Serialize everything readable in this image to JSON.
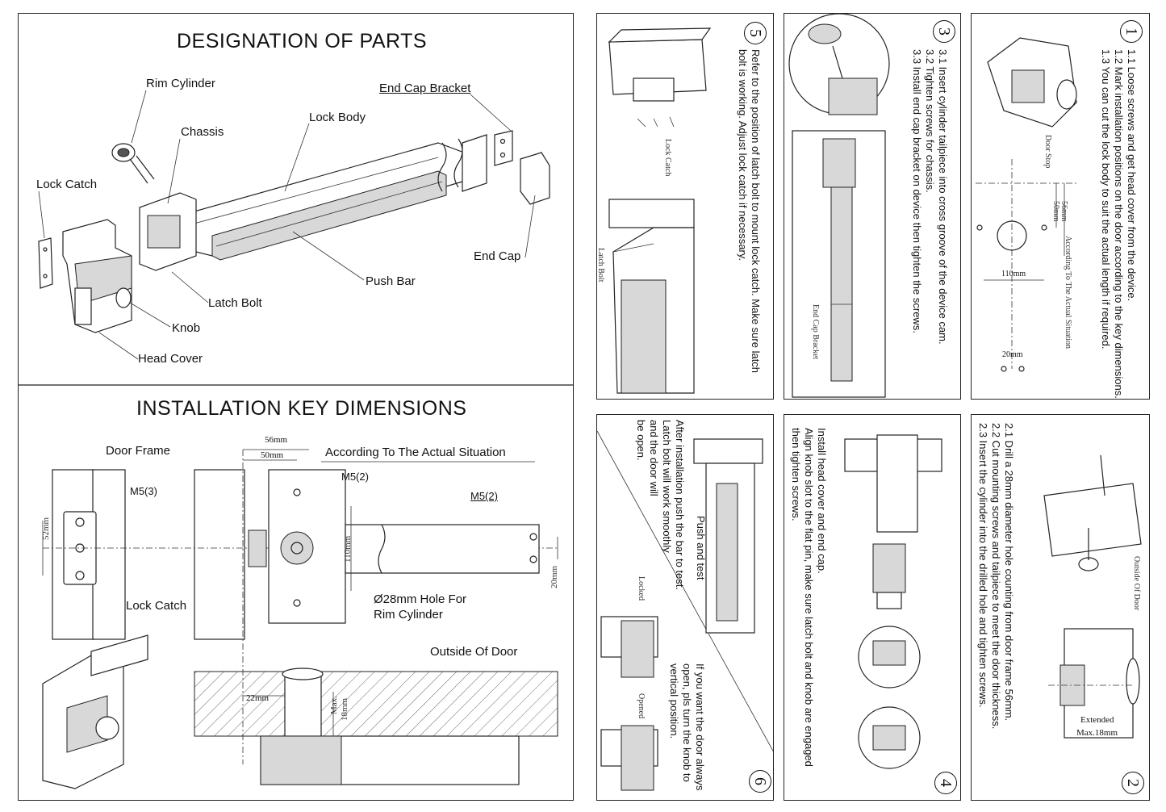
{
  "designation": {
    "title": "DESIGNATION OF PARTS",
    "labels": {
      "rim_cylinder": "Rim Cylinder",
      "chassis": "Chassis",
      "lock_body": "Lock Body",
      "end_cap_bracket": "End Cap Bracket",
      "lock_catch": "Lock Catch",
      "end_cap": "End Cap",
      "push_bar": "Push Bar",
      "latch_bolt": "Latch Bolt",
      "knob": "Knob",
      "head_cover": "Head Cover"
    }
  },
  "dimensions": {
    "title": "INSTALLATION KEY DIMENSIONS",
    "labels": {
      "door_frame": "Door Frame",
      "according": "According To The Actual Situation",
      "m5_3": "M5(3)",
      "m5_2a": "M5(2)",
      "m5_2b": "M5(2)",
      "lock_catch": "Lock Catch",
      "hole": "Ø28mm Hole For",
      "hole2": "Rim Cylinder",
      "outside": "Outside Of Door"
    },
    "dims": {
      "d56": "56mm",
      "d50": "50mm",
      "d52": "52mm",
      "d110": "110mm",
      "d20": "20mm",
      "d22": "22mm",
      "dmax": "Max.",
      "d18": "18mm"
    }
  },
  "steps": {
    "s1": {
      "num": "1",
      "lines": [
        "1.1 Loose screws and get head cover from the device.",
        "1.2 Mark installation positions on the door according to the key dimensions.",
        "1.3 You can cut the lock body to suit the actual length if required."
      ],
      "door_stop": "Door Stop",
      "according": "According To The Actual Situation",
      "d56": "56mm",
      "d50": "50mm",
      "d110": "110mm",
      "d20": "20mm"
    },
    "s2": {
      "num": "2",
      "lines": [
        "2.1 Drill a 28mm diameter hole counting from door frame 56mm.",
        "2.2 Cut mounting screws and tailpiece to meet the door thickness.",
        "2.3 Insert the cylinder into the drilled hole and tighten screws."
      ],
      "outside": "Outside Of Door",
      "extended": "Extended",
      "max18": "Max.18mm"
    },
    "s3": {
      "num": "3",
      "lines": [
        "3.1 Insert cylinder tailpiece into cross groove of the device cam.",
        "3.2 Tighten screws for chassis.",
        "3.3 Install end cap bracket on device then tighten the screws."
      ],
      "ecb": "End Cap Bracket"
    },
    "s4": {
      "num": "4",
      "lines": [
        "Install head cover and end cap.",
        "Align knob slot to the flat pin, make sure latch bolt and knob are engaged",
        "then tighten screws."
      ]
    },
    "s5": {
      "num": "5",
      "lines": [
        "Refer to the position of latch bolt to mount lock catch.  Make sure latch",
        "bolt is working. Adjust lock catch if necessary."
      ],
      "lock_catch": "Lock Catch",
      "latch_bolt": "Latch Bolt"
    },
    "s6": {
      "num": "6",
      "lines_a": [
        "After installation push the bar to test.",
        "Latch bolt will work smoothly",
        "and the door will",
        "be open."
      ],
      "push_test": "Push and test",
      "locked": "Locked",
      "opened": "Opened",
      "lines_b": [
        "If you want the door always",
        "open, pls turn the knob to",
        "vertical position."
      ]
    }
  }
}
